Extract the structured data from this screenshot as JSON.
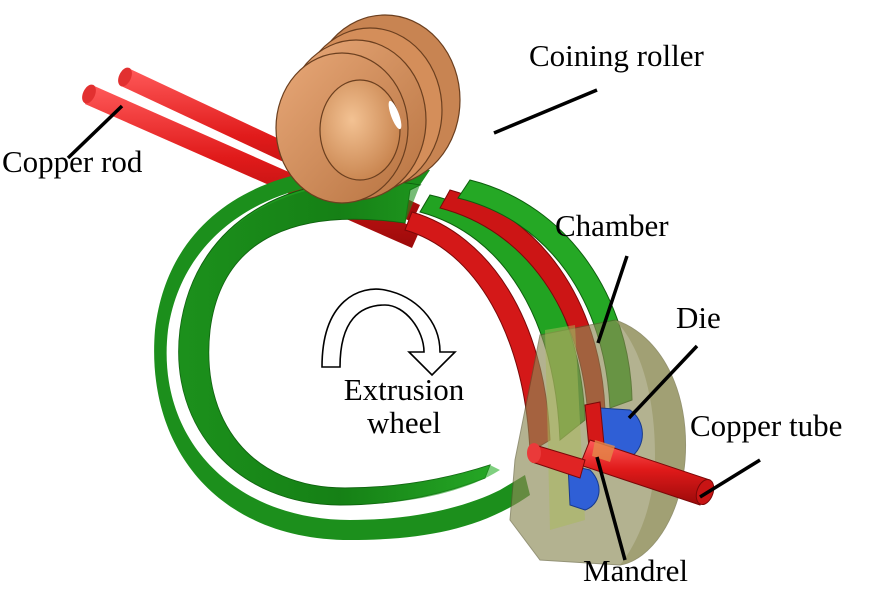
{
  "diagram": {
    "type": "labeled-3d-schematic",
    "subject": "continuous extrusion process",
    "colors": {
      "rod": "#d81f1f",
      "wheel": "#1f9a1f",
      "roller": "#d99560",
      "chamber": "#8c8a55",
      "die": "#2f5fd6",
      "leader": "#000000"
    }
  },
  "labels": {
    "copper_rod": "Copper rod",
    "coining_roller": "Coining roller",
    "chamber": "Chamber",
    "die": "Die",
    "extrusion_wheel_line1": "Extrusion",
    "extrusion_wheel_line2": "wheel",
    "copper_tube": "Copper tube",
    "mandrel": "Mandrel"
  },
  "annotations": {
    "rotation_arrow": "clockwise rotation of extrusion wheel"
  }
}
